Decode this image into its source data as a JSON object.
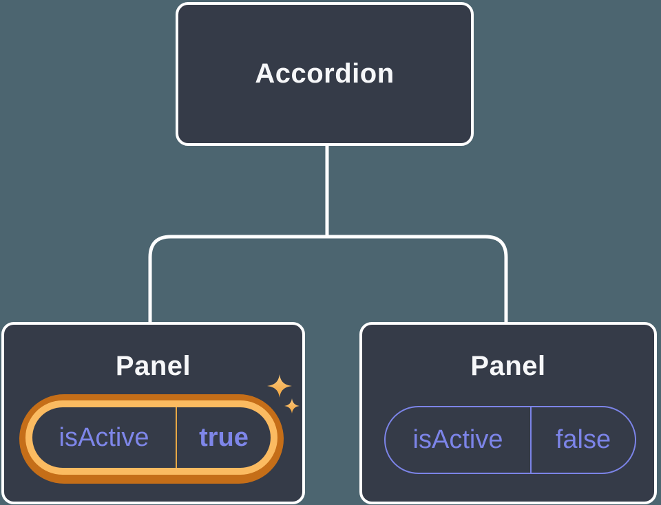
{
  "diagram": {
    "root_node": {
      "label": "Accordion"
    },
    "panels": [
      {
        "label": "Panel",
        "state_prop": "isActive",
        "state_value": "true",
        "highlighted": true
      },
      {
        "label": "Panel",
        "state_prop": "isActive",
        "state_value": "false",
        "highlighted": false
      }
    ],
    "icons": {
      "sparkles": "sparkles-icon"
    },
    "colors": {
      "background": "#4C6570",
      "node_fill": "#353B48",
      "node_border": "#FFFFFF",
      "connector": "#FFFFFF",
      "title_text": "#F6F7F9",
      "state_text": "#7C84E8",
      "highlight_ring_outer": "#C56E18",
      "highlight_ring_inner": "#FBBB61",
      "highlight_divider": "#E9A944",
      "sparkle": "#F8B859"
    }
  }
}
